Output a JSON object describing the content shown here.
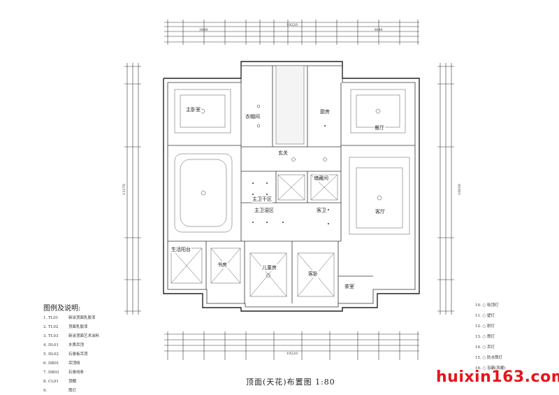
{
  "title": "顶面(天花)布置图 1:80",
  "watermark": "huixin163.com",
  "legend_title": "图例及说明:",
  "legend_left": [
    {
      "code": "TL01",
      "text": "新涂顶面乳胶漆"
    },
    {
      "code": "TL02",
      "text": "顶面乳胶漆"
    },
    {
      "code": "TL03",
      "text": "新涂顶面艺术涂料"
    },
    {
      "code": "DL01",
      "text": "木质吊顶"
    },
    {
      "code": "DL02",
      "text": "石膏板吊顶"
    },
    {
      "code": "DB01",
      "text": "吊顶线"
    },
    {
      "code": "DB02",
      "text": "石膏线条"
    },
    {
      "code": "CL01",
      "text": "顶棚"
    },
    {
      "code": "",
      "text": "筒灯"
    }
  ],
  "legend_right": [
    {
      "num": "10.",
      "text": "吸顶灯"
    },
    {
      "num": "11.",
      "text": "壁灯"
    },
    {
      "num": "12.",
      "text": "射灯"
    },
    {
      "num": "13.",
      "text": "筒灯"
    },
    {
      "num": "14.",
      "text": "吊灯"
    },
    {
      "num": "15.",
      "text": "防水筒灯"
    },
    {
      "num": "16.",
      "text": "浴霸(风暖)"
    }
  ],
  "rooms": {
    "master_bed": "主卧室",
    "cloak": "衣帽间",
    "kitchen": "厨房",
    "dining": "餐厅",
    "entry": "玄关",
    "storage": "储藏间",
    "wash": "主卫干区",
    "bath": "主卫湿区",
    "guest_wc": "客卫",
    "living": "客厅",
    "balcony": "生活阳台",
    "study": "书房",
    "child": "儿童房",
    "guest": "客卧",
    "tea": "茶室"
  },
  "dims": {
    "top_total": "19220",
    "top_a": "3840",
    "top_b": "3840",
    "bottom_total": "19220",
    "side_total": "13170",
    "side_mid": "10030"
  }
}
